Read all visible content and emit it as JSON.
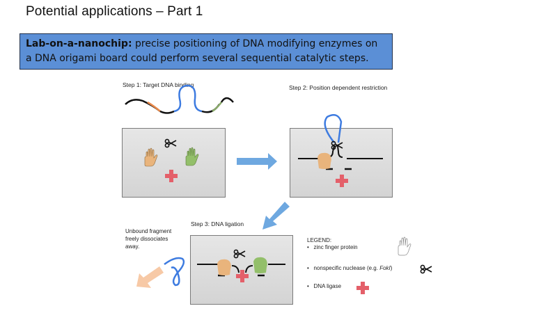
{
  "slide": {
    "title": "Potential applications – Part 1",
    "callout": {
      "term": "Lab-on-a-nanochip:",
      "text": " precise positioning of DNA modifying enzymes on a DNA origami board could perform several sequential catalytic steps.",
      "background_color": "#5b8fd6"
    }
  },
  "diagram": {
    "steps": [
      {
        "label": "Step 1: Target DNA binding"
      },
      {
        "label": "Step 2: Position dependent restriction"
      },
      {
        "label": "Step 3: DNA ligation"
      }
    ],
    "side_note": "Unbound fragment freely dissociates away.",
    "colors": {
      "dna": "#111111",
      "target_loop": "#3d7be0",
      "orange_site": "#e8894a",
      "green_site": "#8aaa6a",
      "orange_hand": "#e9b47c",
      "green_hand": "#93bf6a",
      "ligase": "#e4606a",
      "arrow": "#6ea8e0",
      "arrow_out": "#f7c9a6"
    }
  },
  "legend": {
    "title": "LEGEND:",
    "items": [
      {
        "label": "zinc finger protein",
        "icon": "hand-icon"
      },
      {
        "label": "nonspecific nuclease (e.g. ",
        "italic": "FokI",
        "suffix": ")",
        "icon": "scissors-icon"
      },
      {
        "label": "DNA ligase",
        "icon": "cross-icon"
      }
    ]
  }
}
